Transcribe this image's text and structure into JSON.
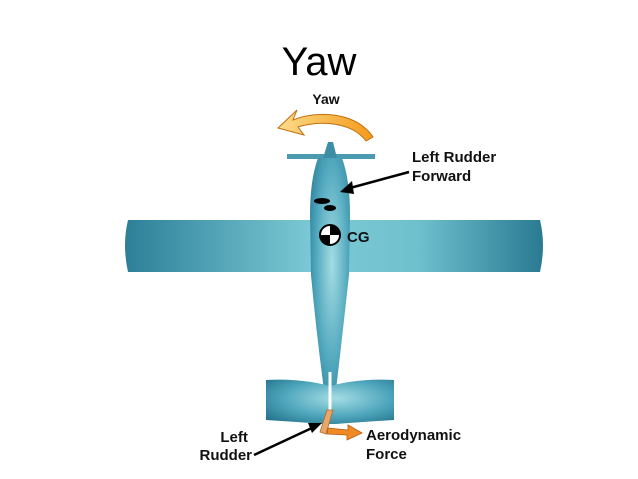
{
  "slide": {
    "title": "Yaw"
  },
  "diagram": {
    "yaw_label": "Yaw",
    "cg_label": "CG",
    "left_rudder_forward": [
      "Left Rudder",
      "Forward"
    ],
    "left_rudder": [
      "Left",
      "Rudder"
    ],
    "aerodynamic_force": [
      "Aerodynamic",
      "Force"
    ],
    "colors": {
      "airplane_light": "#8fd3dc",
      "airplane_dark": "#1e6e86",
      "yaw_arrow_start": "#f7a21b",
      "yaw_arrow_end": "#fbd87a",
      "force_arrow": "#f08a24",
      "rudder": "#e7a76b"
    }
  }
}
